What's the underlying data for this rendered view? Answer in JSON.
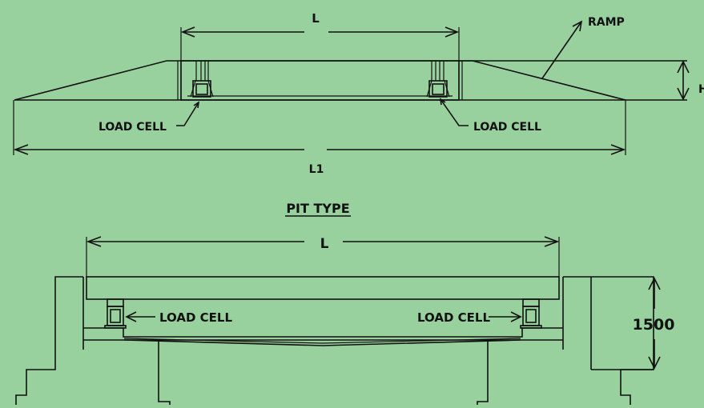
{
  "colors": {
    "background": "#99d19e",
    "line": "#111111"
  },
  "labels": {
    "top_L": "L",
    "ramp": "RAMP",
    "H": "H",
    "load_cell_left_top": "LOAD CELL",
    "load_cell_right_top": "LOAD CELL",
    "L1": "L1",
    "section_title": "PIT TYPE",
    "pit_L": "L",
    "load_cell_left_pit": "LOAD CELL",
    "load_cell_right_pit": "LOAD CELL",
    "depth": "1500"
  }
}
